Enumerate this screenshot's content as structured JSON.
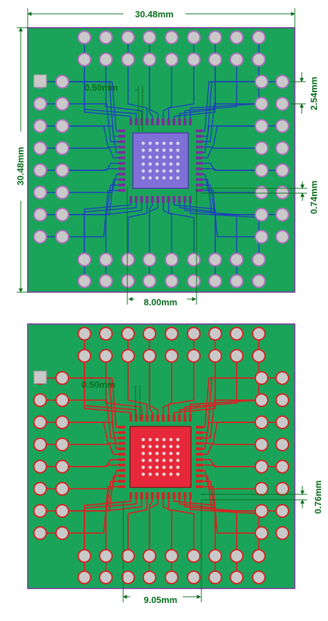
{
  "boards": [
    {
      "id": "top",
      "layer_color": "#1f3fbf",
      "board_color": "#1aa45a",
      "dims": {
        "width": "30.48mm",
        "height": "30.48mm",
        "pitch_small": "0.50mm",
        "pitch_large": "2.54mm",
        "pad_gap": "0.74mm",
        "body": "8.00mm"
      }
    },
    {
      "id": "bottom",
      "layer_color": "#d42424",
      "board_color": "#1aa45a",
      "dims": {
        "pitch_small": "0.50mm",
        "pad_gap": "0.76mm",
        "body": "9.05mm"
      }
    }
  ],
  "colors": {
    "pad_fill": "#c9c9c9",
    "pad_ring": "#b36bc0",
    "dim_text": "#0a6e1e",
    "dim_line": "#0a6e1e",
    "ic_pad": "#7a2f9a"
  }
}
